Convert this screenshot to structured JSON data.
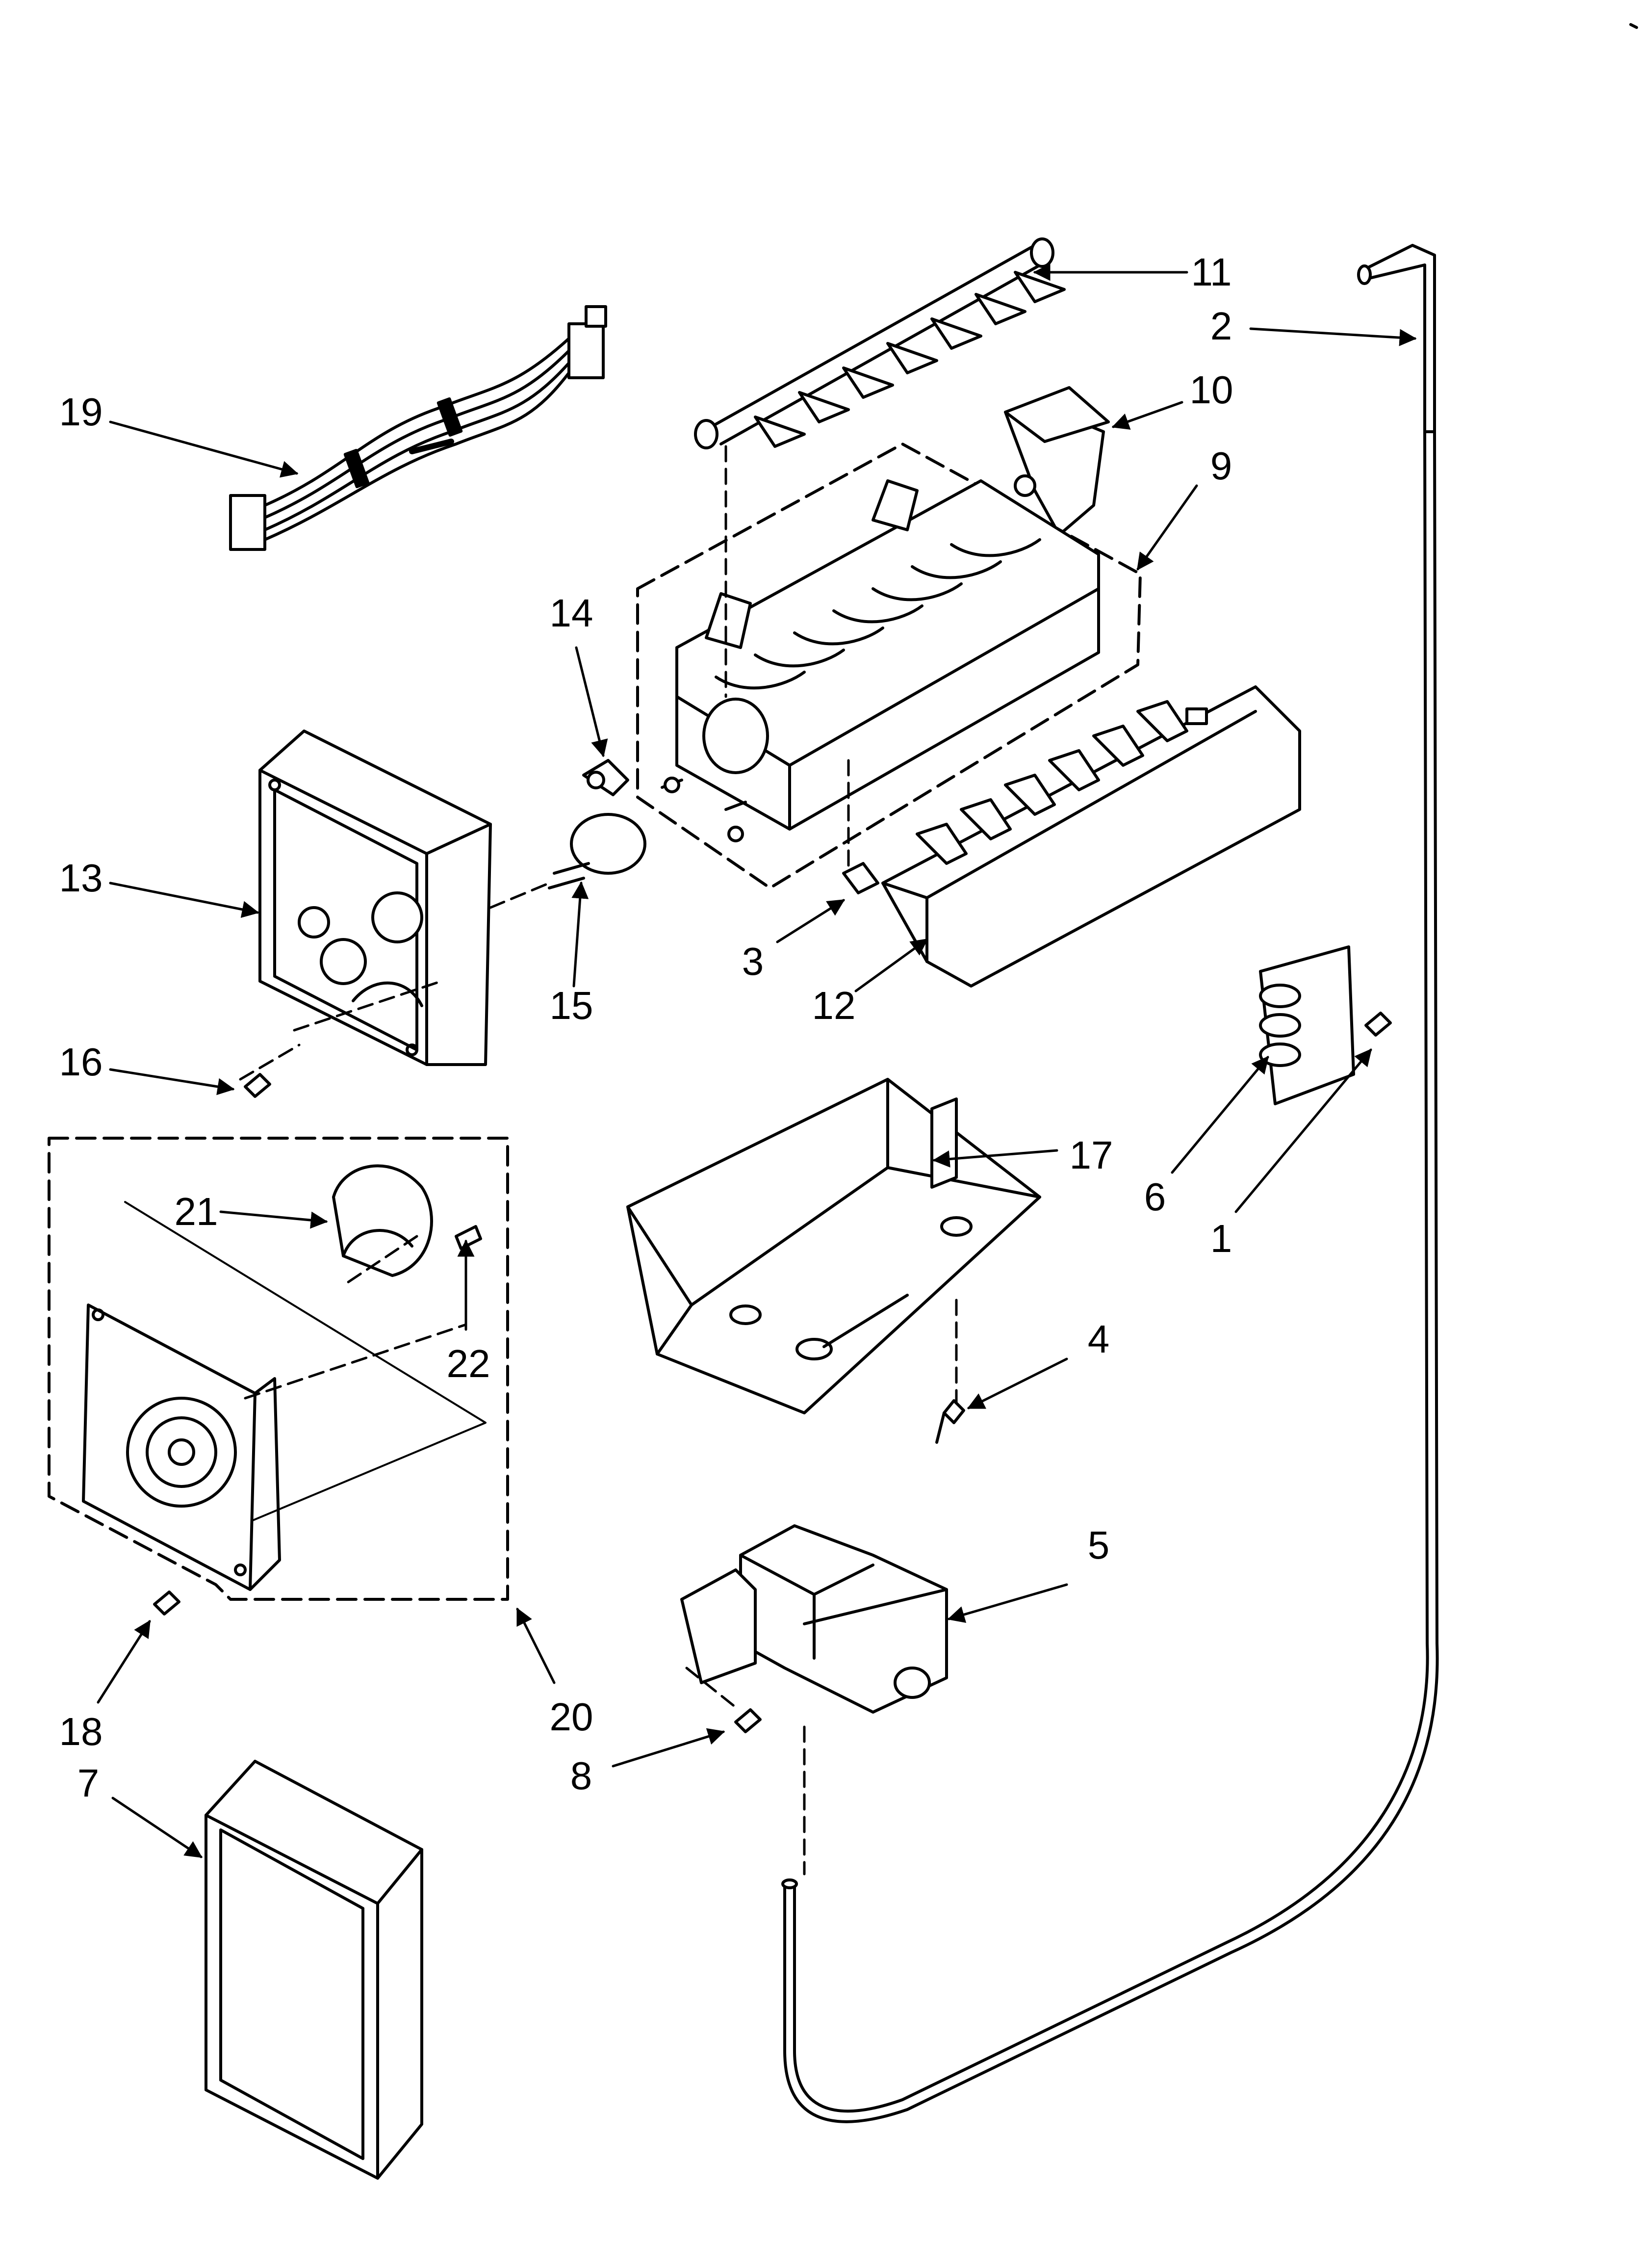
{
  "diagram": {
    "type": "exploded-parts-diagram",
    "colors": {
      "ink": "#000000",
      "paper": "#ffffff"
    },
    "callouts": [
      {
        "id": "c11",
        "label": "11",
        "part": "ejector-blade"
      },
      {
        "id": "c2",
        "label": "2",
        "part": "fill-tube"
      },
      {
        "id": "c10",
        "label": "10",
        "part": "water-inlet-cup"
      },
      {
        "id": "c9",
        "label": "9",
        "part": "mold-and-heater"
      },
      {
        "id": "c19",
        "label": "19",
        "part": "wire-harness"
      },
      {
        "id": "c14",
        "label": "14",
        "part": "thermostat-clip"
      },
      {
        "id": "c13",
        "label": "13",
        "part": "control-housing"
      },
      {
        "id": "c3",
        "label": "3",
        "part": "clip"
      },
      {
        "id": "c15",
        "label": "15",
        "part": "thermostat"
      },
      {
        "id": "c12",
        "label": "12",
        "part": "stripper"
      },
      {
        "id": "c16",
        "label": "16",
        "part": "screw"
      },
      {
        "id": "c6",
        "label": "6",
        "part": "clamp"
      },
      {
        "id": "c1",
        "label": "1",
        "part": "screw"
      },
      {
        "id": "c17",
        "label": "17",
        "part": "ice-bin-tray"
      },
      {
        "id": "c21",
        "label": "21",
        "part": "motor"
      },
      {
        "id": "c22",
        "label": "22",
        "part": "screw"
      },
      {
        "id": "c4",
        "label": "4",
        "part": "screw"
      },
      {
        "id": "c5",
        "label": "5",
        "part": "water-valve"
      },
      {
        "id": "c20",
        "label": "20",
        "part": "module-assembly"
      },
      {
        "id": "c18",
        "label": "18",
        "part": "screw"
      },
      {
        "id": "c8",
        "label": "8",
        "part": "screw"
      },
      {
        "id": "c7",
        "label": "7",
        "part": "cover"
      }
    ]
  }
}
